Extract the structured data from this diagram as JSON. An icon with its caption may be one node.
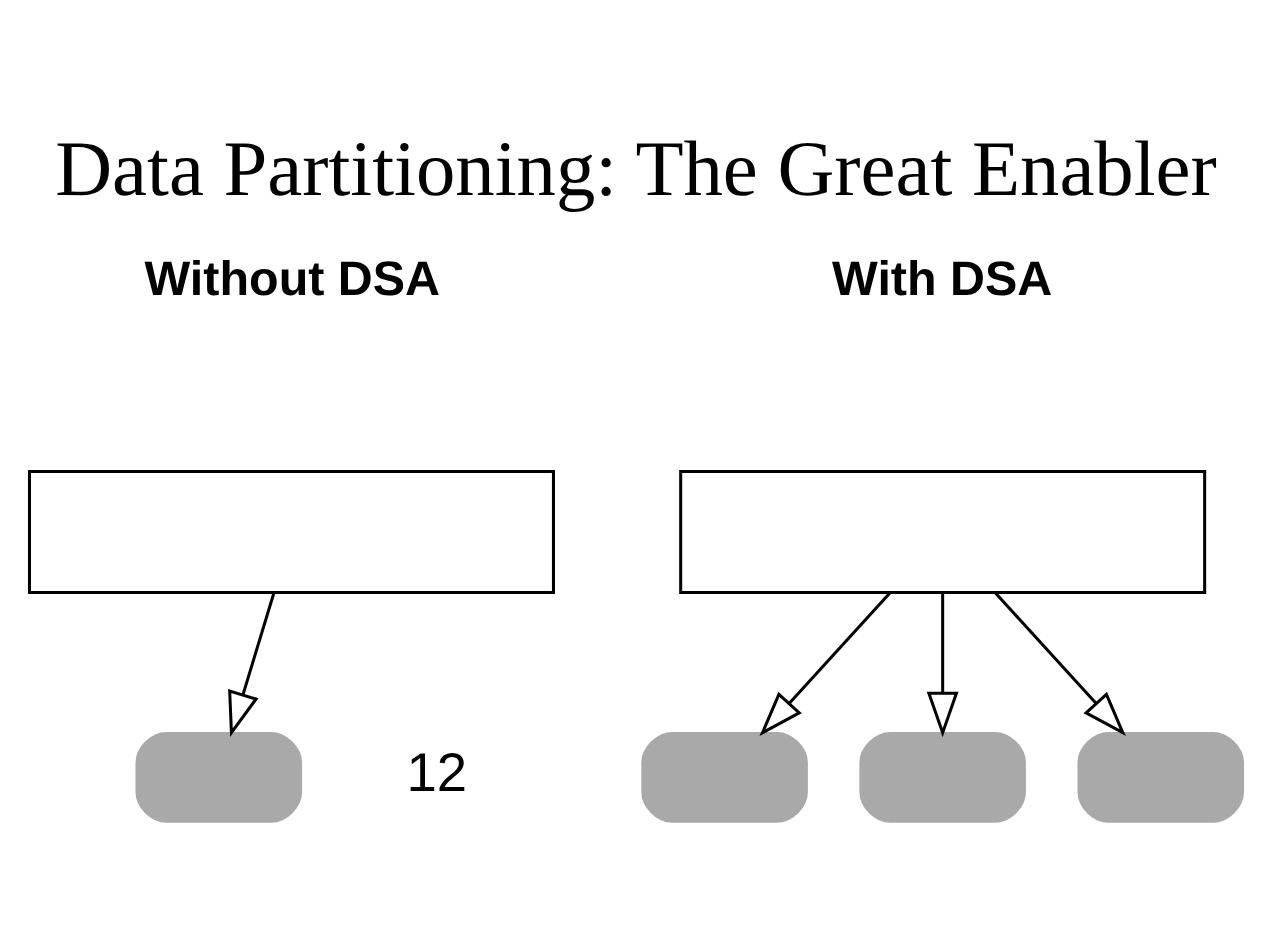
{
  "diagram": {
    "title": "Data Partitioning: The Great Enabler",
    "nodes": [
      {
        "text": [],
        "shape": "box"
      },
      {
        "text": [],
        "shape": "bar"
      },
      {
        "text": [],
        "shape": "box"
      },
      {
        "text": [],
        "shape": "bar"
      },
      {
        "text": [],
        "shape": "bar"
      },
      {
        "text": [],
        "shape": "bar"
      }
    ],
    "edges": [
      {
        "from": 0,
        "to": 1,
        "arrow": "to"
      },
      {
        "from": 2,
        "to": 3,
        "arrow": "to"
      },
      {
        "from": 2,
        "to": 4,
        "arrow": "to"
      },
      {
        "from": 2,
        "to": 5,
        "arrow": "to"
      }
    ],
    "labels": [
      "Without DSA",
      "With DSA",
      "12"
    ]
  }
}
